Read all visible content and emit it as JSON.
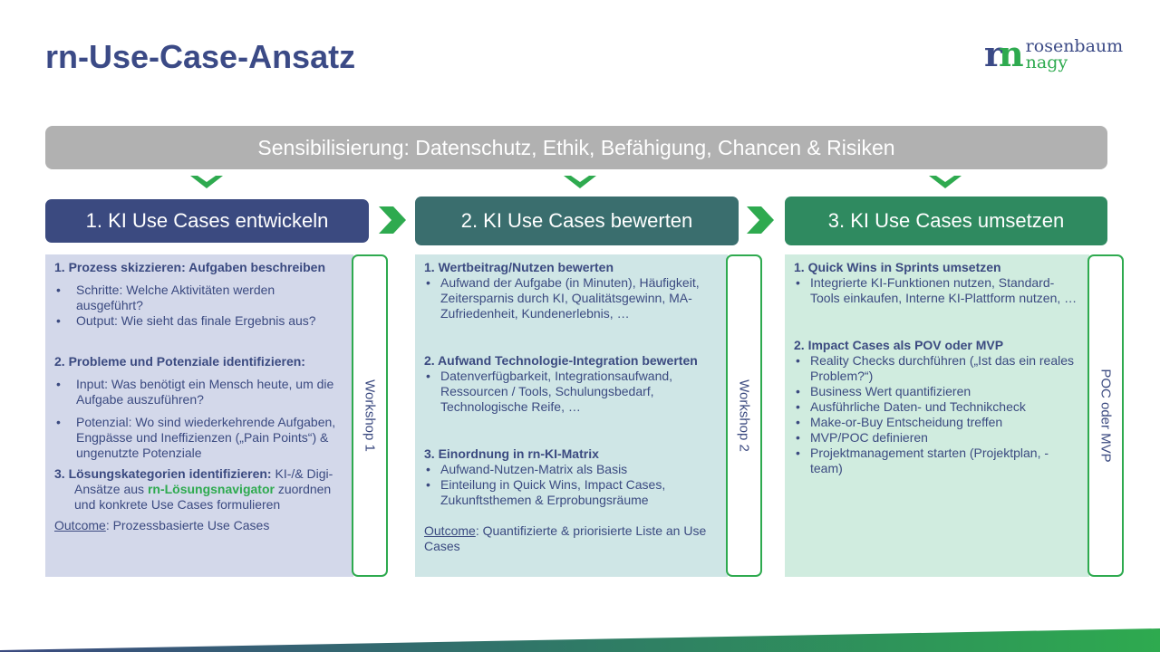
{
  "title": "rn-Use-Case-Ansatz",
  "logo": {
    "mark": "rn",
    "line1": "rosenbaum",
    "line2": "nagy"
  },
  "banner": "Sensibilisierung: Datenschutz, Ethik, Befähigung, Chancen & Risiken",
  "colors": {
    "blue": "#3b4a80",
    "teal": "#3a6e6e",
    "green": "#2f8a60",
    "accent": "#2eaa4f"
  },
  "columns": [
    {
      "header": "1. KI Use Cases entwickeln",
      "workshop": "Workshop 1",
      "s1_title": "1.   Prozess skizzieren: Aufgaben beschreiben",
      "s1_items": [
        "Schritte: Welche Aktivitäten werden ausgeführt?",
        "Output: Wie sieht das finale Ergebnis aus?"
      ],
      "s2_title": "2.   Probleme und Potenziale identifizieren:",
      "s2_items": [
        "Input: Was benötigt ein Mensch heute, um die Aufgabe auszuführen?",
        "Potenzial: Wo sind wiederkehrende Aufgaben, Engpässe und Ineffizienzen („Pain Points“) & ungenutzte Potenziale"
      ],
      "s3_title": "3.  Lösungskategorien identifizieren:",
      "s3_text1": " KI-/& Digi-Ansätze aus ",
      "s3_link": "rn-Lösungsnavigator",
      "s3_text2": " zuordnen und konkrete Use Cases formulieren",
      "outcome_label": "Outcome",
      "outcome": ": Prozessbasierte Use Cases"
    },
    {
      "header": "2. KI Use Cases bewerten",
      "workshop": "Workshop 2",
      "s1_title": "1. Wertbeitrag/Nutzen bewerten",
      "s1_items": [
        "Aufwand der Aufgabe (in Minuten), Häufigkeit, Zeitersparnis durch KI, Qualitätsgewinn, MA-Zufriedenheit, Kundenerlebnis, …"
      ],
      "s2_title": "2. Aufwand Technologie-Integration bewerten",
      "s2_items": [
        "Datenverfügbarkeit, Integrationsaufwand, Ressourcen / Tools, Schulungsbedarf, Technologische Reife, …"
      ],
      "s3_title": "3. Einordnung in rn-KI-Matrix",
      "s3_items": [
        "Aufwand-Nutzen-Matrix als Basis",
        "Einteilung in Quick Wins, Impact Cases, Zukunftsthemen & Erprobungsräume"
      ],
      "outcome_label": "Outcome",
      "outcome": ": Quantifizierte & priorisierte Liste an Use Cases"
    },
    {
      "header": "3. KI Use Cases umsetzen",
      "workshop": "POC oder MVP",
      "s1_title": "1. Quick Wins in Sprints umsetzen",
      "s1_items": [
        "Integrierte KI-Funktionen nutzen, Standard-Tools einkaufen, Interne KI-Plattform nutzen, …"
      ],
      "s2_title": "2. Impact Cases als POV oder MVP",
      "s2_items": [
        "Reality Checks durchführen („Ist das ein reales Problem?“)",
        "Business Wert quantifizieren",
        "Ausführliche Daten- und Technikcheck",
        "Make-or-Buy Entscheidung treffen",
        "MVP/POC definieren",
        "Projektmanagement starten (Projektplan, -team)"
      ]
    }
  ]
}
